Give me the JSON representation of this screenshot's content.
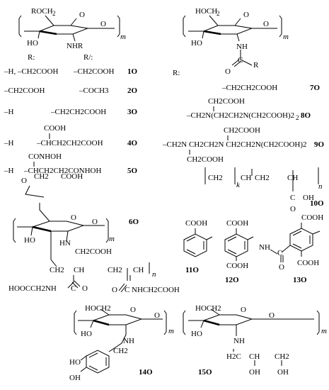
{
  "colors": {
    "ink": "#000000",
    "background": "#ffffff"
  },
  "structure_left": {
    "ring_labels": [
      "ROCH",
      "2",
      "O",
      "HO",
      "NHR",
      "O"
    ],
    "repeat": "m",
    "header_R": "R:",
    "header_R2": "R/:"
  },
  "structure_right": {
    "ring_labels": [
      "HOCH",
      "2",
      "O",
      "HO",
      "NH",
      "O",
      "C",
      "O",
      "R"
    ],
    "repeat": "m",
    "header_R": "R:"
  },
  "compounds": {
    "c1": {
      "id": "1O",
      "r": "–H, –CH2COOH",
      "r2": "–CH2COOH"
    },
    "c2": {
      "id": "2O",
      "r": "–CH2COOH",
      "r2": "–COCH3"
    },
    "c3": {
      "id": "3O",
      "r": "–H",
      "r2": "–CH2CH2COOH"
    },
    "c4": {
      "id": "4O",
      "r": "–H",
      "top": "COOH",
      "r2": "–CHCH2CH2COOH"
    },
    "c5": {
      "id": "5O",
      "r": "–H",
      "top": "CONHOH",
      "r2": "–CHCH2CH2CONHOH"
    },
    "c6": {
      "id": "6O",
      "labels": [
        "O",
        "CH2",
        "COOH",
        "O",
        "HO",
        "HN",
        "CH2COOH",
        "O",
        "CH2",
        "CH",
        "CH2",
        "CH",
        "n",
        "m",
        "HOOCCH2NH",
        "C",
        "O",
        "O",
        "C",
        "NHCH2COOH"
      ]
    },
    "c7": {
      "id": "7O",
      "r": "–CH2CH2COOH"
    },
    "c8": {
      "id": "8O",
      "top": "CH2COOH",
      "r": "–CH2N(CH2CH2N(CH2COOH)2",
      "end": "2"
    },
    "c9": {
      "id": "9O",
      "top": "CH2COOH",
      "r": "–CH2N CH2CH2N CH2CH2N(CH2COOH)2",
      "bottom": "CH2COOH"
    },
    "c10": {
      "id": "10O",
      "labels": [
        "CH2",
        "CH",
        "k",
        "CH2",
        "CH",
        "n",
        "C",
        "O",
        "OH"
      ]
    },
    "c11": {
      "id": "11O",
      "labels": [
        "COOH"
      ]
    },
    "c12": {
      "id": "12O",
      "labels": [
        "COOH",
        "COOH"
      ]
    },
    "c13": {
      "id": "13O",
      "labels": [
        "COOH",
        "NH",
        "C",
        "O",
        "COOH"
      ]
    },
    "c14": {
      "id": "14O",
      "labels": [
        "HOCH2",
        "O",
        "HO",
        "N",
        "H",
        "CH2",
        "O",
        "m",
        "HO",
        "OH"
      ]
    },
    "c15": {
      "id": "15O",
      "labels": [
        "HOCH2",
        "O",
        "HO",
        "N",
        "H",
        "H2C",
        "CH",
        "CH2",
        "OH",
        "OH",
        "O",
        "m"
      ]
    }
  }
}
